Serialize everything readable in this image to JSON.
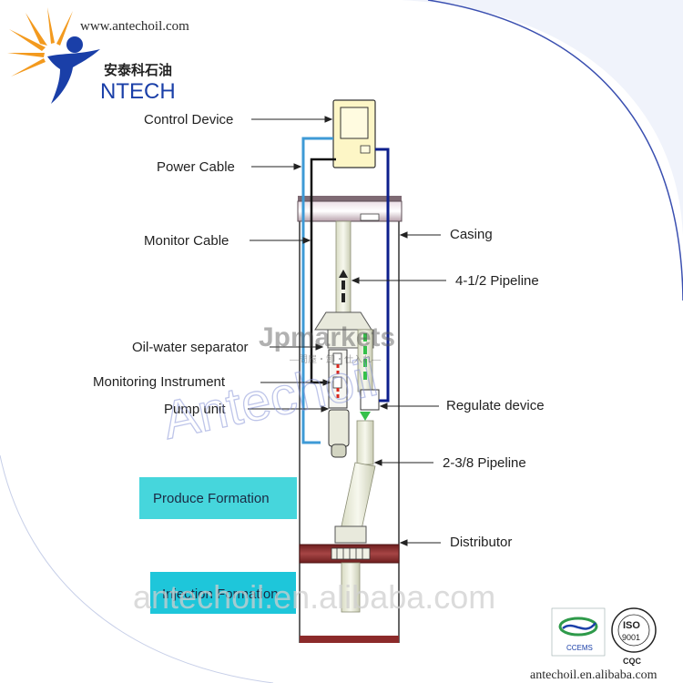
{
  "header": {
    "url": "www.antechoil.com",
    "company_cn": "安泰科石油",
    "company_en": "NTECH"
  },
  "footer": {
    "url": "antechoil.en.alibaba.com"
  },
  "watermark": {
    "site": "antechoil.en.alibaba.com",
    "brand_small": "Antechoil",
    "jp_main": "Jpmarkets",
    "jp_sub": "—問屋・卸・仕入れ—"
  },
  "labels": {
    "control_device": "Control Device",
    "power_cable": "Power Cable",
    "monitor_cable": "Monitor Cable",
    "oil_water_separator": "Oil-water separator",
    "monitoring_instrument": "Monitoring Instrument",
    "pump_unit": "Pump unit",
    "casing": "Casing",
    "pipeline_412": "4-1/2 Pipeline",
    "regulate_device": "Regulate device",
    "pipeline_238": "2-3/8 Pipeline",
    "distributor": "Distributor"
  },
  "zones": {
    "produce_formation": "Produce Formation",
    "injection_formation": "Injection Formation"
  },
  "certs": {
    "ccems": "CCEMS",
    "iso": "ISO",
    "iso_num": "9001",
    "cqc": "CQC"
  },
  "colors": {
    "brand_blue": "#1a3fa8",
    "brand_orange": "#f39a1e",
    "zone_cyan": "#46d6dc",
    "cable_blue": "#3e9ad6",
    "cable_navy": "#0d1f8c",
    "flange_red": "#8c2a2a",
    "arrow_red": "#d9261c",
    "arrow_green": "#35c04a"
  }
}
